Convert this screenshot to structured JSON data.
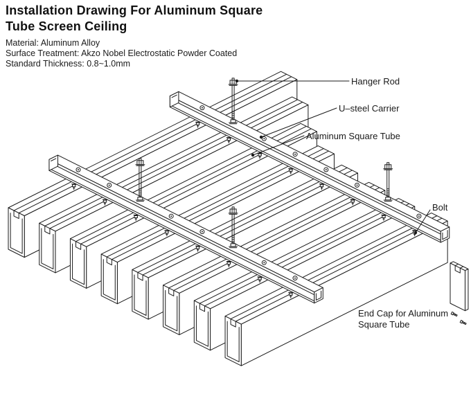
{
  "title": {
    "line1": "Installation Drawing For Aluminum Square",
    "line2": "Tube Screen Ceiling"
  },
  "specs": {
    "material": "Material: Aluminum Alloy",
    "surface_treatment": "Surface Treatment: Akzo Nobel Electrostatic Powder Coated",
    "thickness": "Standard Thickness: 0.8~1.0mm"
  },
  "labels": {
    "hanger_rod": "Hanger Rod",
    "u_steel_carrier": "U–steel Carrier",
    "aluminum_square_tube": "Aluminum Square Tube",
    "bolt": "Bolt",
    "end_cap": "End Cap for Aluminum Square Tube"
  },
  "drawing": {
    "line_color": "#1a1a1a",
    "background_color": "#ffffff",
    "square_tube_count": 8,
    "u_steel_carrier_count": 2,
    "hanger_rod_count": 4
  }
}
